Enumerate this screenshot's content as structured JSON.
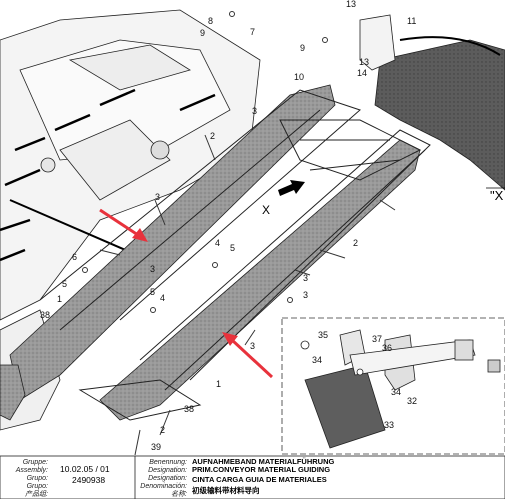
{
  "callouts": [
    "13",
    "8",
    "9",
    "7",
    "11",
    "9",
    "10",
    "13",
    "14",
    "3",
    "2",
    "3",
    "3",
    "4",
    "5",
    "6",
    "5",
    "1",
    "38",
    "5",
    "4",
    "3",
    "2",
    "3",
    "3",
    "1",
    "38",
    "2",
    "39",
    "35",
    "34",
    "37",
    "36",
    "34",
    "32",
    "33"
  ],
  "section_marker": "\"X",
  "view_label": "X",
  "title_block": {
    "labels": [
      "Gruppe:",
      "Assembly:",
      "Grupo:",
      "Grupo:",
      "产品组:"
    ],
    "group_number": "10.02.05 / 01",
    "part_number": "2490938",
    "description_labels": [
      "Benennung:",
      "Designation:",
      "Designation:",
      "Denominación:",
      "名称:"
    ],
    "descriptions": [
      "AUFNAHMEBAND MATERIALFÜHRUNG",
      "PRIM.CONVEYOR MATERIAL GUIDING",
      "CINTA CARGA GUIA DE MATERIALES",
      "初级输料带材料导向"
    ]
  },
  "colors": {
    "arrow": "#e8323c",
    "belt": "#8a8a8a",
    "fender": "#5a5a5a",
    "line": "#222222"
  }
}
